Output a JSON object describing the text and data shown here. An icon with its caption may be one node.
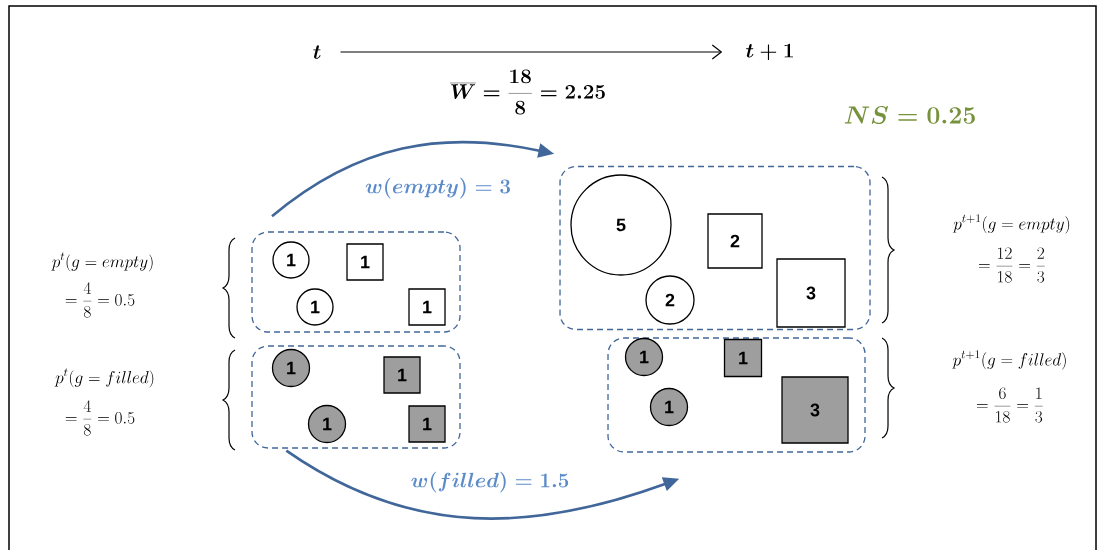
{
  "diagram": {
    "nodes": [
      {
        "text": [
          "t"
        ]
      },
      {
        "text": [
          "t + 1"
        ]
      },
      {
        "text": [],
        "shape": "box",
        "beside": [
          "p^{t}(g = empty)",
          "= \\frac{4}{8} = 0.5"
        ]
      },
      {
        "text": [
          "1"
        ],
        "in": 2
      },
      {
        "text": [
          "1"
        ],
        "in": 2
      },
      {
        "text": [
          "1"
        ],
        "in": 2
      },
      {
        "text": [
          "1"
        ],
        "in": 2
      },
      {
        "text": [],
        "shape": "box",
        "beside": [
          "p^{t}(g = filled)",
          "= \\frac{4}{8} = 0.5"
        ]
      },
      {
        "text": [
          "1"
        ],
        "in": 7
      },
      {
        "text": [
          "1"
        ],
        "in": 7
      },
      {
        "text": [
          "1"
        ],
        "in": 7
      },
      {
        "text": [
          "1"
        ],
        "in": 7
      },
      {
        "text": [],
        "shape": "box",
        "beside": [
          "p^{t+1}(g = empty)",
          "= \\frac{12}{18} = \\frac{2}{3}"
        ]
      },
      {
        "text": [
          "5"
        ],
        "in": 12
      },
      {
        "text": [
          "2"
        ],
        "in": 12
      },
      {
        "text": [
          "2"
        ],
        "in": 12
      },
      {
        "text": [
          "3"
        ],
        "in": 12
      },
      {
        "text": [],
        "shape": "box",
        "beside": [
          "p^{t+1}(g = filled)",
          "= \\frac{6}{18} = \\frac{1}{3}"
        ]
      },
      {
        "text": [
          "1"
        ],
        "in": 17
      },
      {
        "text": [
          "1"
        ],
        "in": 17
      },
      {
        "text": [
          "1"
        ],
        "in": 17
      },
      {
        "text": [
          "3"
        ],
        "in": 17
      }
    ],
    "edges": [
      {
        "from": 0,
        "to": 1,
        "arrow": "to",
        "color": "#000000"
      },
      {
        "from": 2,
        "to": 12,
        "arrow": "to",
        "label": "w(empty) = 3",
        "color": "#41679a"
      },
      {
        "from": 7,
        "to": 17,
        "arrow": "to",
        "label": "w(filled) = 1.5",
        "color": "#41679a"
      }
    ],
    "labels": [
      "\\overline{W} = \\frac{18}{8} = 2.25",
      "NS = 0.25"
    ]
  }
}
